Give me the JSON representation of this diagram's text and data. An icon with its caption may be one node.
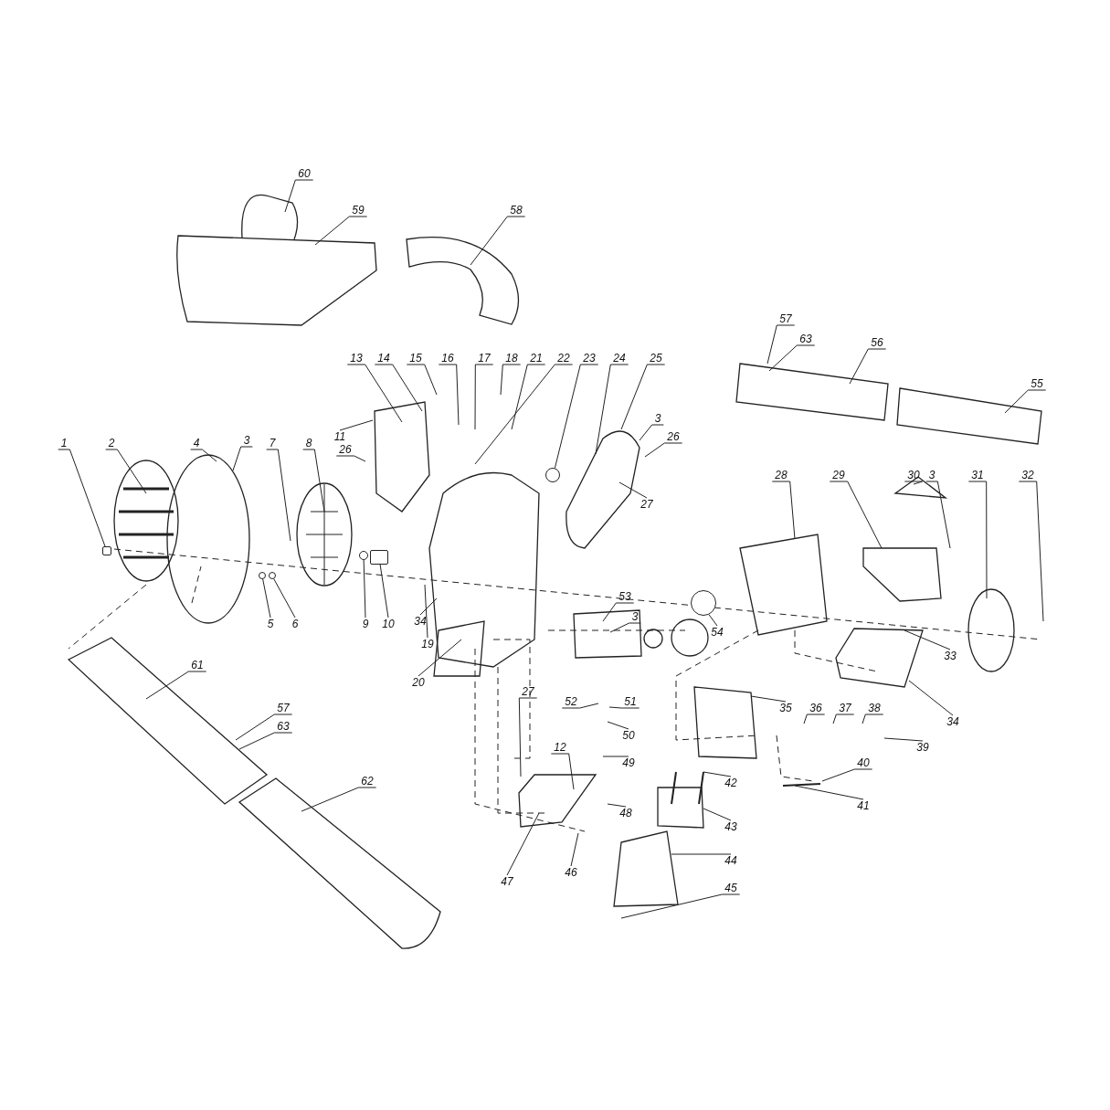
{
  "diagram": {
    "nodes": [
      {
        "text": [
          "60"
        ]
      },
      {
        "text": [
          "58"
        ]
      },
      {
        "text": [
          "59"
        ]
      },
      {
        "text": [
          "57"
        ]
      },
      {
        "text": [
          "63"
        ]
      },
      {
        "text": [
          "56"
        ]
      },
      {
        "text": [
          "13"
        ]
      },
      {
        "text": [
          "14"
        ]
      },
      {
        "text": [
          "15"
        ]
      },
      {
        "text": [
          "16"
        ]
      },
      {
        "text": [
          "17"
        ]
      },
      {
        "text": [
          "18"
        ]
      },
      {
        "text": [
          "21"
        ]
      },
      {
        "text": [
          "22"
        ]
      },
      {
        "text": [
          "23"
        ]
      },
      {
        "text": [
          "24"
        ]
      },
      {
        "text": [
          "25"
        ]
      },
      {
        "text": [
          "55"
        ]
      },
      {
        "text": [
          "3"
        ]
      },
      {
        "text": [
          "11"
        ]
      },
      {
        "text": [
          "26"
        ]
      },
      {
        "text": [
          "1"
        ]
      },
      {
        "text": [
          "2"
        ]
      },
      {
        "text": [
          "4"
        ]
      },
      {
        "text": [
          "3"
        ]
      },
      {
        "text": [
          "7"
        ]
      },
      {
        "text": [
          "8"
        ]
      },
      {
        "text": [
          "26"
        ]
      },
      {
        "text": [
          "28"
        ]
      },
      {
        "text": [
          "29"
        ]
      },
      {
        "text": [
          "30"
        ]
      },
      {
        "text": [
          "3"
        ]
      },
      {
        "text": [
          "31"
        ]
      },
      {
        "text": [
          "32"
        ]
      },
      {
        "text": [
          "27"
        ]
      },
      {
        "text": [
          "53"
        ]
      },
      {
        "text": [
          "3"
        ]
      },
      {
        "text": [
          "34"
        ]
      },
      {
        "text": [
          "5"
        ]
      },
      {
        "text": [
          "6"
        ]
      },
      {
        "text": [
          "9"
        ]
      },
      {
        "text": [
          "10"
        ]
      },
      {
        "text": [
          "54"
        ]
      },
      {
        "text": [
          "19"
        ]
      },
      {
        "text": [
          "33"
        ]
      },
      {
        "text": [
          "61"
        ]
      },
      {
        "text": [
          "20"
        ]
      },
      {
        "text": [
          "27"
        ]
      },
      {
        "text": [
          "52"
        ]
      },
      {
        "text": [
          "51"
        ]
      },
      {
        "text": [
          "35"
        ]
      },
      {
        "text": [
          "36"
        ]
      },
      {
        "text": [
          "37"
        ]
      },
      {
        "text": [
          "38"
        ]
      },
      {
        "text": [
          "57"
        ]
      },
      {
        "text": [
          "34"
        ]
      },
      {
        "text": [
          "63"
        ]
      },
      {
        "text": [
          "50"
        ]
      },
      {
        "text": [
          "39"
        ]
      },
      {
        "text": [
          "12"
        ]
      },
      {
        "text": [
          "49"
        ]
      },
      {
        "text": [
          "40"
        ]
      },
      {
        "text": [
          "62"
        ]
      },
      {
        "text": [
          "42"
        ]
      },
      {
        "text": [
          "41"
        ]
      },
      {
        "text": [
          "48"
        ]
      },
      {
        "text": [
          "43"
        ]
      },
      {
        "text": [
          "44"
        ]
      },
      {
        "text": [
          "46"
        ]
      },
      {
        "text": [
          "47"
        ]
      },
      {
        "text": [
          "45"
        ]
      },
      {
        "text": [],
        "shape": "box"
      },
      {
        "text": [],
        "shape": "circle"
      },
      {
        "text": [],
        "shape": "circle"
      },
      {
        "text": [],
        "shape": "circle"
      },
      {
        "text": [],
        "shape": "box"
      },
      {
        "text": [],
        "shape": "circle"
      },
      {
        "text": [],
        "shape": "circle"
      }
    ],
    "edges": [
      {
        "from": 0,
        "to": null,
        "arrow": "none"
      },
      {
        "from": 1,
        "to": null,
        "arrow": "none"
      },
      {
        "from": 2,
        "to": null,
        "arrow": "none"
      },
      {
        "from": 3,
        "to": null,
        "arrow": "none"
      },
      {
        "from": 4,
        "to": null,
        "arrow": "none"
      },
      {
        "from": 5,
        "to": null,
        "arrow": "none"
      },
      {
        "from": 6,
        "to": null,
        "arrow": "none"
      },
      {
        "from": 7,
        "to": null,
        "arrow": "none"
      },
      {
        "from": 8,
        "to": null,
        "arrow": "none"
      },
      {
        "from": 9,
        "to": null,
        "arrow": "none"
      },
      {
        "from": 10,
        "to": null,
        "arrow": "none"
      },
      {
        "from": 11,
        "to": null,
        "arrow": "none"
      },
      {
        "from": 12,
        "to": null,
        "arrow": "none"
      },
      {
        "from": 13,
        "to": null,
        "arrow": "none"
      },
      {
        "from": 14,
        "to": 76,
        "arrow": "none"
      },
      {
        "from": 15,
        "to": null,
        "arrow": "none"
      },
      {
        "from": 16,
        "to": null,
        "arrow": "none"
      },
      {
        "from": 17,
        "to": null,
        "arrow": "none"
      },
      {
        "from": 18,
        "to": null,
        "arrow": "none"
      },
      {
        "from": 19,
        "to": null,
        "arrow": "none"
      },
      {
        "from": 20,
        "to": null,
        "arrow": "none"
      },
      {
        "from": 21,
        "to": 71,
        "arrow": "none"
      },
      {
        "from": 22,
        "to": null,
        "arrow": "none"
      },
      {
        "from": 23,
        "to": null,
        "arrow": "none"
      },
      {
        "from": 24,
        "to": null,
        "arrow": "none"
      },
      {
        "from": 25,
        "to": null,
        "arrow": "none"
      },
      {
        "from": 26,
        "to": null,
        "arrow": "none"
      },
      {
        "from": 27,
        "to": null,
        "arrow": "none"
      },
      {
        "from": 28,
        "to": null,
        "arrow": "none"
      },
      {
        "from": 29,
        "to": null,
        "arrow": "none"
      },
      {
        "from": 30,
        "to": null,
        "arrow": "none"
      },
      {
        "from": 31,
        "to": null,
        "arrow": "none"
      },
      {
        "from": 32,
        "to": null,
        "arrow": "none"
      },
      {
        "from": 33,
        "to": null,
        "arrow": "none"
      },
      {
        "from": 34,
        "to": null,
        "arrow": "none"
      },
      {
        "from": 35,
        "to": null,
        "arrow": "none"
      },
      {
        "from": 36,
        "to": null,
        "arrow": "none"
      },
      {
        "from": 37,
        "to": null,
        "arrow": "none"
      },
      {
        "from": 38,
        "to": 72,
        "arrow": "none"
      },
      {
        "from": 39,
        "to": 73,
        "arrow": "none"
      },
      {
        "from": 40,
        "to": 74,
        "arrow": "none"
      },
      {
        "from": 41,
        "to": 75,
        "arrow": "none"
      },
      {
        "from": 42,
        "to": 77,
        "arrow": "none"
      },
      {
        "from": 43,
        "to": null,
        "arrow": "none"
      },
      {
        "from": 44,
        "to": null,
        "arrow": "none"
      },
      {
        "from": 45,
        "to": null,
        "arrow": "none"
      },
      {
        "from": 46,
        "to": null,
        "arrow": "none"
      },
      {
        "from": 47,
        "to": null,
        "arrow": "none"
      },
      {
        "from": 48,
        "to": null,
        "arrow": "none"
      },
      {
        "from": 49,
        "to": null,
        "arrow": "none"
      },
      {
        "from": 50,
        "to": null,
        "arrow": "none"
      },
      {
        "from": 51,
        "to": null,
        "arrow": "none"
      },
      {
        "from": 52,
        "to": null,
        "arrow": "none"
      },
      {
        "from": 53,
        "to": null,
        "arrow": "none"
      },
      {
        "from": 54,
        "to": null,
        "arrow": "none"
      },
      {
        "from": 55,
        "to": null,
        "arrow": "none"
      },
      {
        "from": 56,
        "to": null,
        "arrow": "none"
      },
      {
        "from": 57,
        "to": null,
        "arrow": "none"
      },
      {
        "from": 58,
        "to": null,
        "arrow": "none"
      },
      {
        "from": 59,
        "to": null,
        "arrow": "none"
      },
      {
        "from": 60,
        "to": null,
        "arrow": "none"
      },
      {
        "from": 61,
        "to": null,
        "arrow": "none"
      },
      {
        "from": 62,
        "to": null,
        "arrow": "none"
      },
      {
        "from": 63,
        "to": null,
        "arrow": "none"
      },
      {
        "from": 64,
        "to": null,
        "arrow": "none"
      },
      {
        "from": 65,
        "to": null,
        "arrow": "none"
      },
      {
        "from": 66,
        "to": null,
        "arrow": "none"
      },
      {
        "from": 67,
        "to": null,
        "arrow": "none"
      },
      {
        "from": 68,
        "to": null,
        "arrow": "none"
      },
      {
        "from": 69,
        "to": null,
        "arrow": "none"
      },
      {
        "from": 70,
        "to": null,
        "arrow": "none"
      }
    ]
  }
}
